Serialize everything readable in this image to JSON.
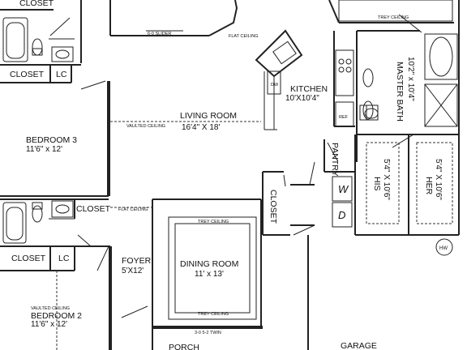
{
  "rooms": {
    "closet_top": "CLOSET",
    "closet_left": "CLOSET",
    "lc_top": "LC",
    "bedroom3": "BEDROOM 3",
    "bedroom3_dim": "11'6\" x 12'",
    "living_room": "LIVING ROOM",
    "living_dim": "16'4\" X 18'",
    "kitchen": "KITCHEN",
    "kitchen_dim": "10'X10'4\"",
    "master_bath": "MASTER BATH",
    "master_bath_dim": "10'2\" x 10'4\"",
    "his": "HIS",
    "his_dim": "5'4\" X 10'6\"",
    "her": "HER",
    "her_dim": "5'4\" X 10'6\"",
    "pantry": "PANTRY",
    "closet_mid": "CLOSET",
    "closet_bath2": "CLOSET",
    "foyer": "FOYER",
    "foyer_dim": "5'X12'",
    "dining_room": "DINING ROOM",
    "dining_dim": "11' x 13'",
    "closet_lower": "CLOSET",
    "lc_lower": "LC",
    "bedroom2": "BEDROOM 2",
    "bedroom2_dim": "11'6\" x 12'",
    "porch": "PORCH",
    "garage": "GARAGE"
  },
  "notes": {
    "slider": "6-0 SLIDER",
    "flat_ceiling_top": "FLAT CEILING",
    "vaulted_living": "VAULTED CEILING",
    "flat_ceiling_mid": "FLAT CEILING",
    "trey_top": "TREY CEILING",
    "trey_dining_top": "TREY CEILING",
    "trey_dining_bottom": "TREY CEILING",
    "vaulted_bed2": "VAULTED CEILING",
    "twin_window": "3-0 5-2 TWIN"
  },
  "appliances": {
    "dishwasher": "DW",
    "refrigerator": "REF",
    "washer": "W",
    "dryer": "D",
    "water_heater": "HW"
  }
}
